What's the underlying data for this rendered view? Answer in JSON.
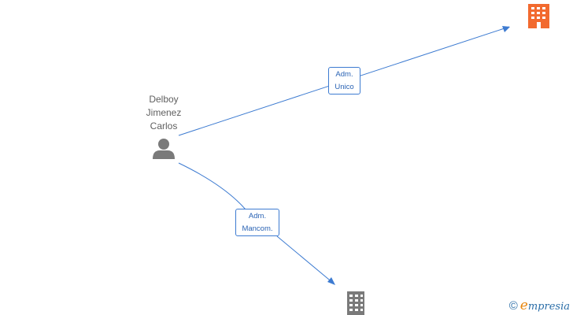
{
  "person": {
    "name_lines": [
      "Delboy",
      "Jimenez",
      "Carlos"
    ],
    "icon": "person-icon",
    "color": "#7a7a7a"
  },
  "companies": [
    {
      "icon": "building-icon",
      "color": "#f26a2f"
    },
    {
      "icon": "building-icon",
      "color": "#7a7a7a"
    }
  ],
  "edges": [
    {
      "label_lines": [
        "Adm.",
        "Unico"
      ],
      "color": "#3d7bd1"
    },
    {
      "label_lines": [
        "Adm.",
        "Mancom."
      ],
      "color": "#3d7bd1"
    }
  ],
  "footer": {
    "copyright": "©",
    "brand_initial": "e",
    "brand_rest": "mpresia"
  }
}
